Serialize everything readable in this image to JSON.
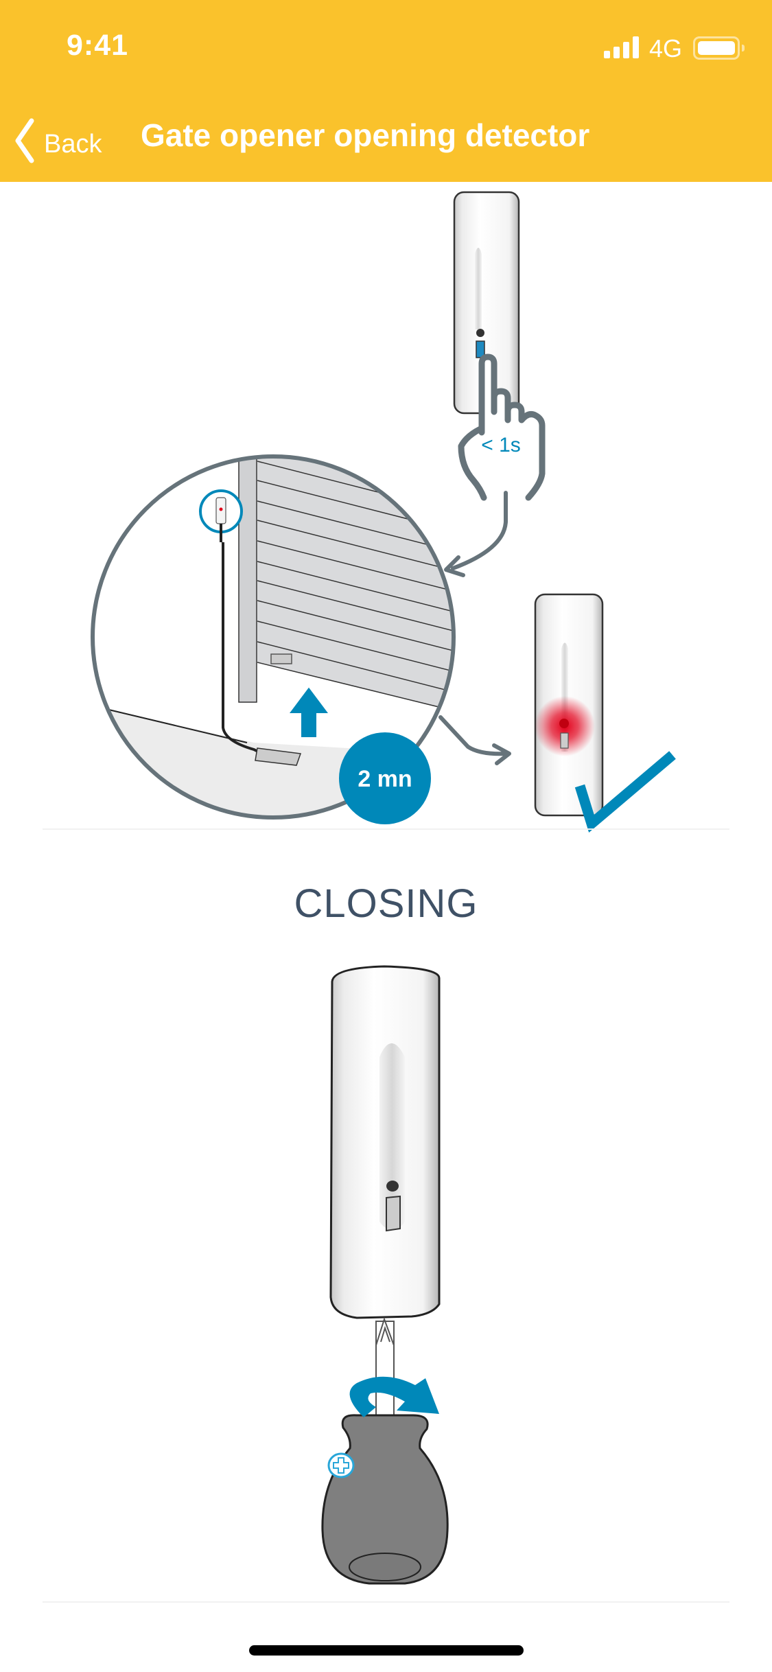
{
  "status_bar": {
    "time": "9:41",
    "network": "4G"
  },
  "header": {
    "back_label": "Back",
    "title": "Gate opener opening detector"
  },
  "step1": {
    "press_duration": "< 1s",
    "wait_time": "2 mn"
  },
  "step2": {
    "title": "CLOSING"
  },
  "colors": {
    "header": "#fac22c",
    "accent": "#0088b9",
    "outline": "#66737a",
    "led": "#e2001a"
  }
}
